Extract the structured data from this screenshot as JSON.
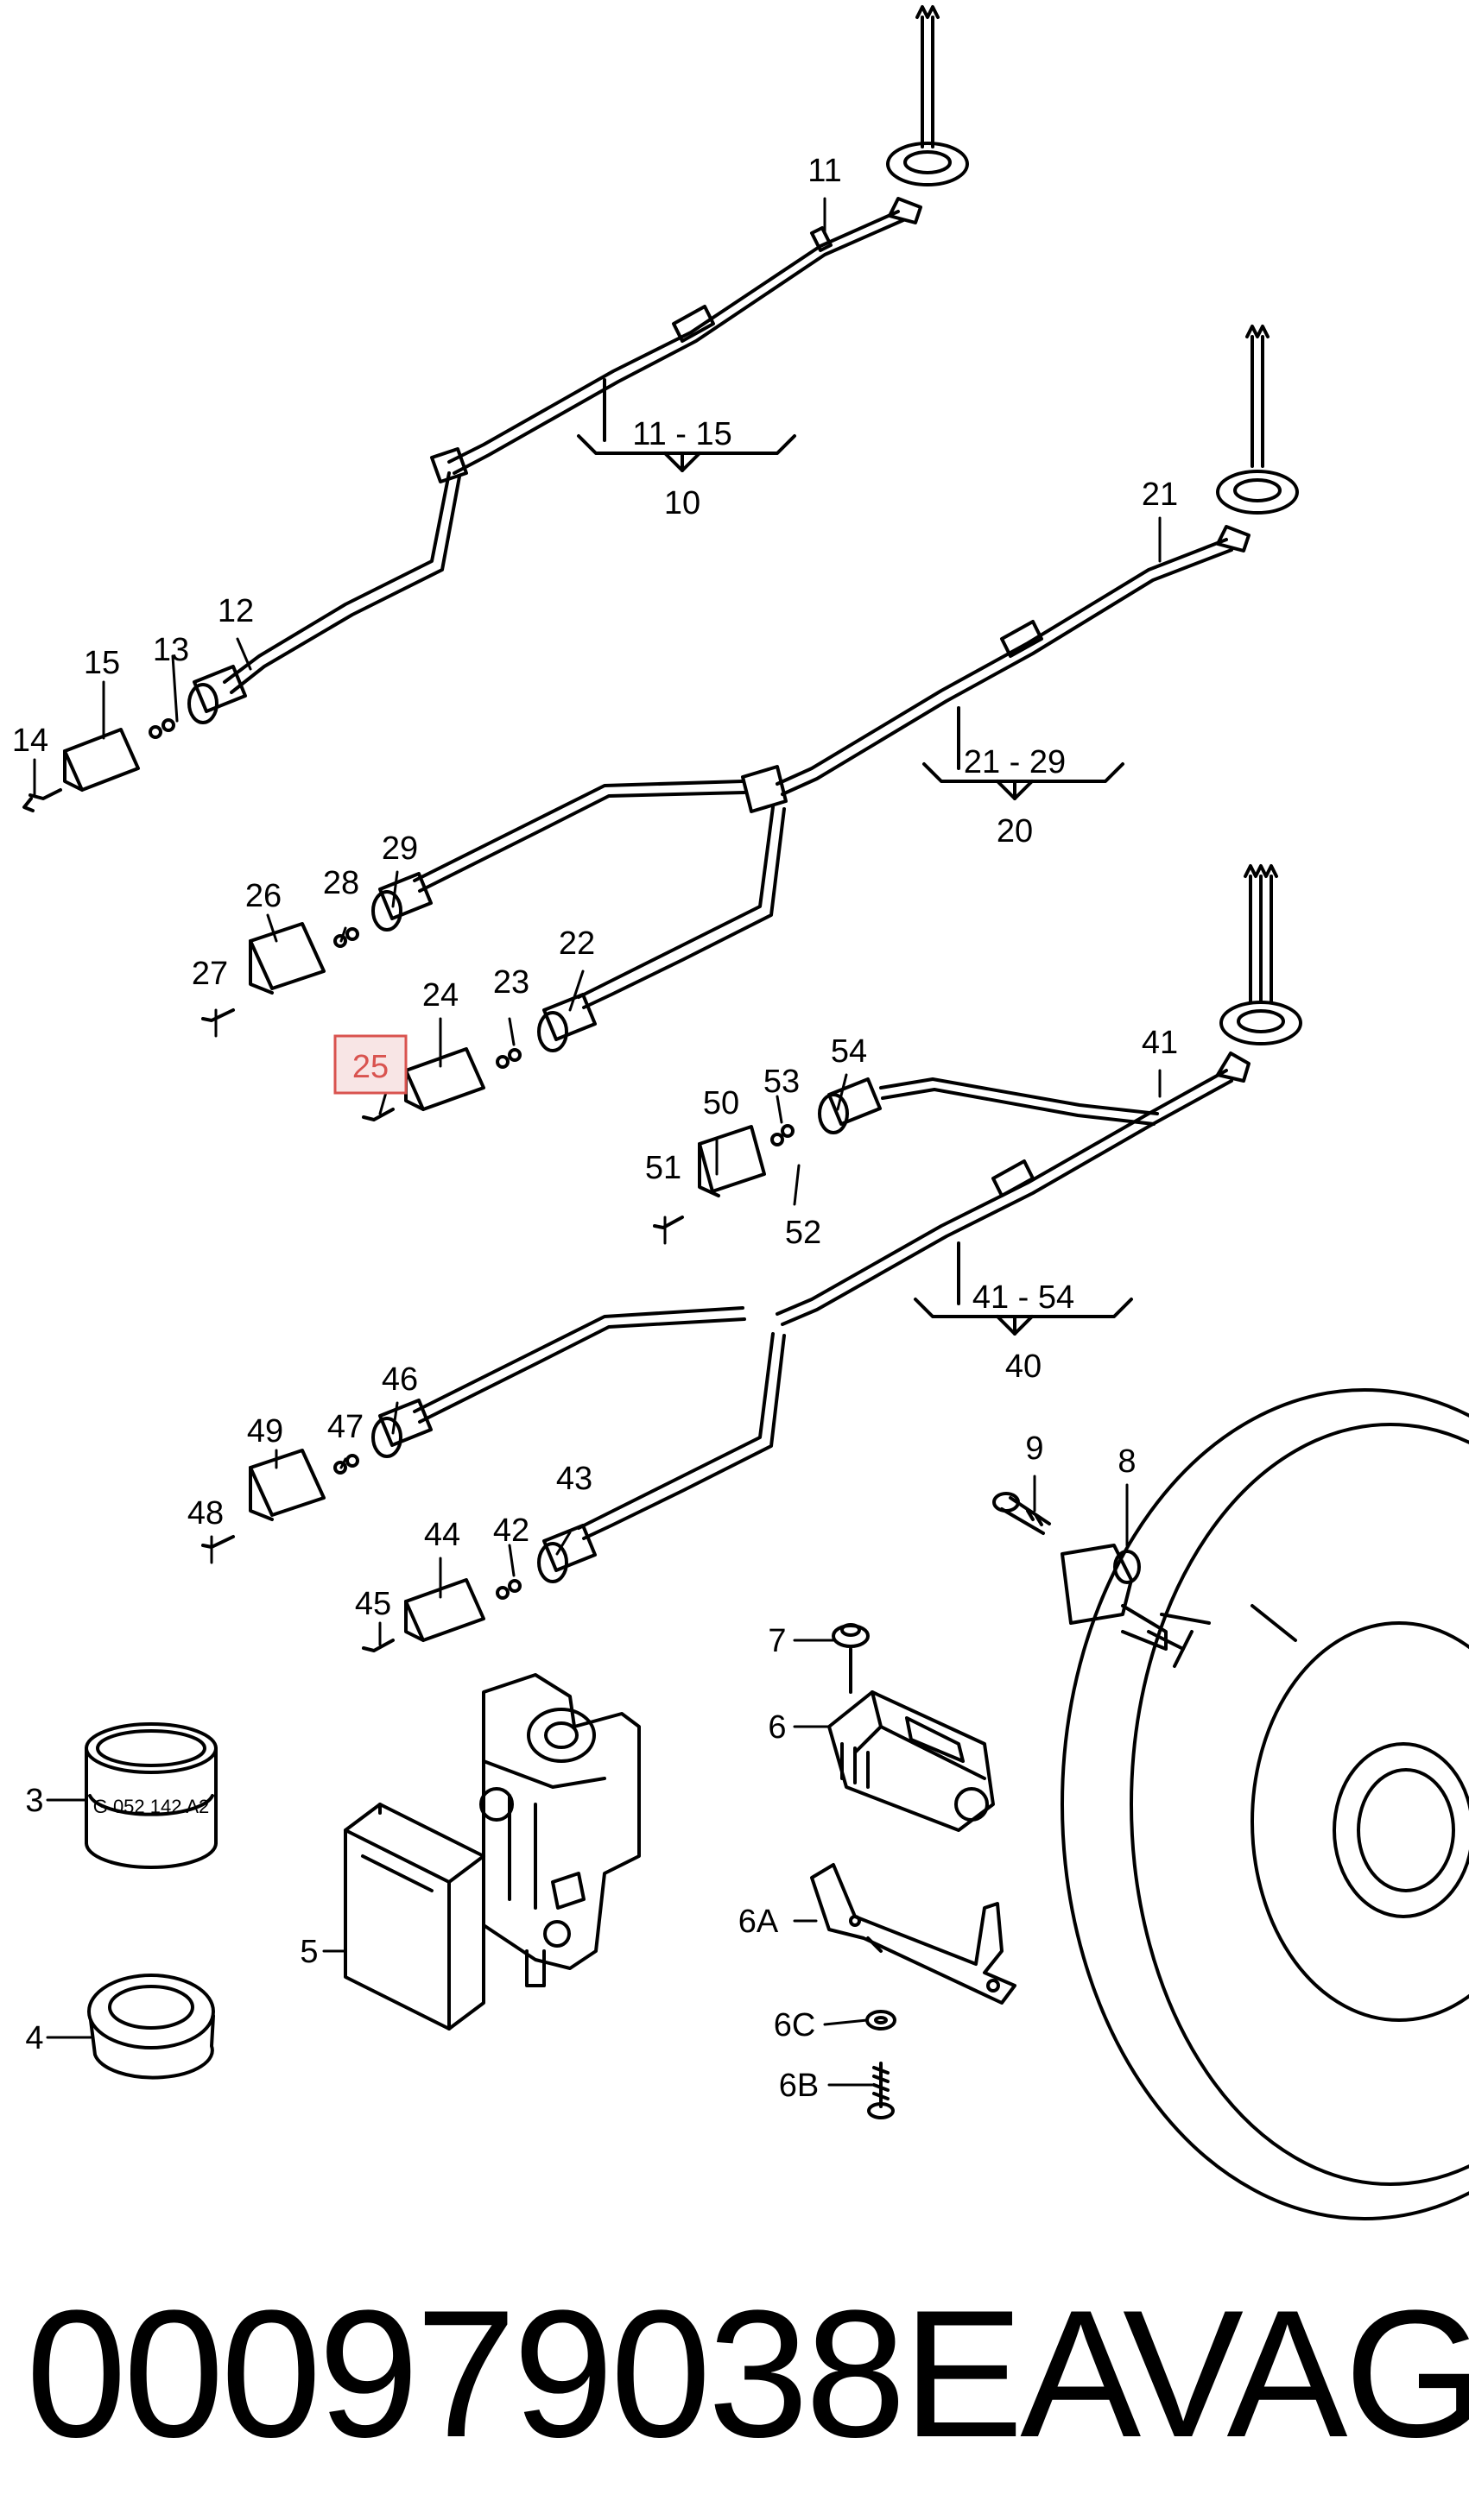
{
  "callouts": [
    {
      "id": "c11",
      "text": "11"
    },
    {
      "id": "c12",
      "text": "12"
    },
    {
      "id": "c13",
      "text": "13"
    },
    {
      "id": "c14",
      "text": "14"
    },
    {
      "id": "c15",
      "text": "15"
    },
    {
      "id": "c21",
      "text": "21"
    },
    {
      "id": "c22",
      "text": "22"
    },
    {
      "id": "c23",
      "text": "23"
    },
    {
      "id": "c24",
      "text": "24"
    },
    {
      "id": "c25",
      "text": "25",
      "highlighted": true
    },
    {
      "id": "c26",
      "text": "26"
    },
    {
      "id": "c27",
      "text": "27"
    },
    {
      "id": "c28",
      "text": "28"
    },
    {
      "id": "c29",
      "text": "29"
    },
    {
      "id": "c41",
      "text": "41"
    },
    {
      "id": "c42",
      "text": "42"
    },
    {
      "id": "c43",
      "text": "43"
    },
    {
      "id": "c44",
      "text": "44"
    },
    {
      "id": "c45",
      "text": "45"
    },
    {
      "id": "c46",
      "text": "46"
    },
    {
      "id": "c47",
      "text": "47"
    },
    {
      "id": "c48",
      "text": "48"
    },
    {
      "id": "c49",
      "text": "49"
    },
    {
      "id": "c50",
      "text": "50"
    },
    {
      "id": "c51",
      "text": "51"
    },
    {
      "id": "c52",
      "text": "52"
    },
    {
      "id": "c53",
      "text": "53"
    },
    {
      "id": "c54",
      "text": "54"
    },
    {
      "id": "c3",
      "text": "3"
    },
    {
      "id": "c4",
      "text": "4"
    },
    {
      "id": "c5",
      "text": "5"
    },
    {
      "id": "c6",
      "text": "6"
    },
    {
      "id": "c6A",
      "text": "6A"
    },
    {
      "id": "c6B",
      "text": "6B"
    },
    {
      "id": "c6C",
      "text": "6C"
    },
    {
      "id": "c7",
      "text": "7"
    },
    {
      "id": "c8",
      "text": "8"
    },
    {
      "id": "c9",
      "text": "9"
    }
  ],
  "groups": [
    {
      "range": "11 - 15",
      "group": "10"
    },
    {
      "range": "21 - 29",
      "group": "20"
    },
    {
      "range": "41 - 54",
      "group": "40"
    }
  ],
  "part_stamp": "G 052 142 A2",
  "highlight_color": "#d9534f",
  "footer": {
    "part_number": "000979038EA",
    "brand": "VAG"
  }
}
